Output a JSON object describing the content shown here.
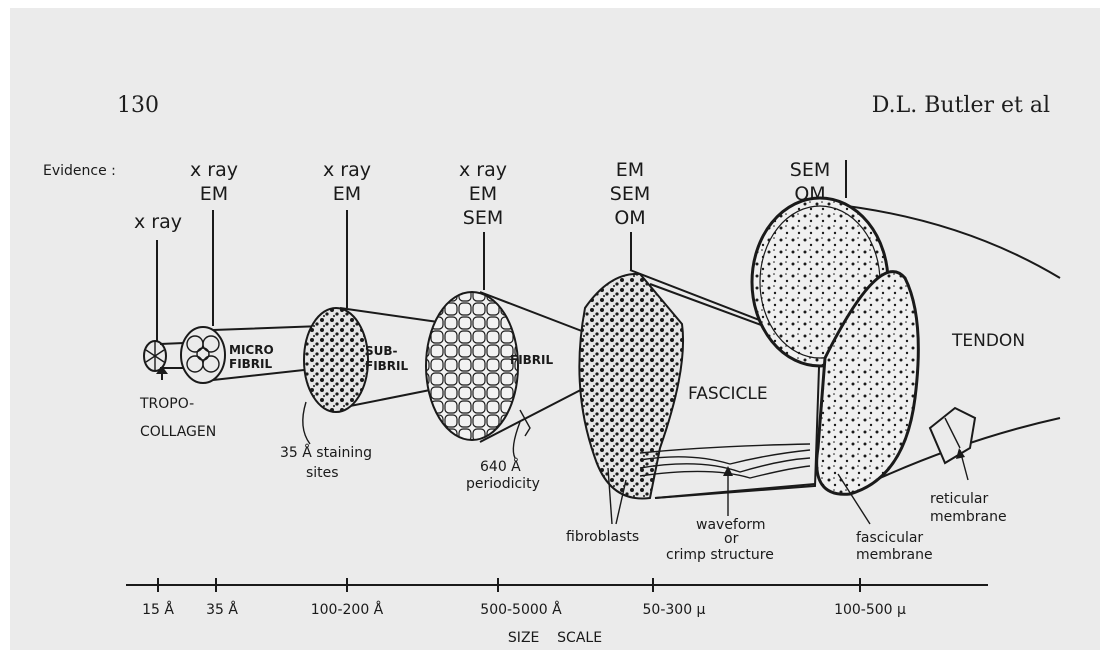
{
  "header": {
    "page_number": "130",
    "authors": "D.L. Butler et al"
  },
  "evidence_label": "Evidence :",
  "evidence": {
    "tropocollagen": [
      "x ray"
    ],
    "microfibril": [
      "x ray",
      "EM"
    ],
    "subfibril": [
      "x ray",
      "EM"
    ],
    "fibril": [
      "x ray",
      "EM",
      "SEM"
    ],
    "fascicle": [
      "EM",
      "SEM",
      "OM"
    ],
    "tendon": [
      "SEM",
      "OM"
    ]
  },
  "structures": {
    "microfibril": [
      "MICRO",
      "FIBRIL"
    ],
    "subfibril": [
      "SUB-",
      "FIBRIL"
    ],
    "fibril": "FIBRIL",
    "fascicle": "FASCICLE",
    "tendon": "TENDON"
  },
  "annotations": {
    "tropocollagen": [
      "TROPO-",
      "COLLAGEN"
    ],
    "staining": [
      "35 Å  staining",
      "sites"
    ],
    "periodicity": [
      "640 Å",
      "periodicity"
    ],
    "fibroblasts": "fibroblasts",
    "waveform": [
      "waveform",
      "or",
      "crimp  structure"
    ],
    "fascicular_membrane": [
      "fascicular",
      "membrane"
    ],
    "reticular_membrane": [
      "reticular",
      "membrane"
    ]
  },
  "scale": {
    "ticks": [
      "15 Å",
      "35 Å",
      "100-200 Å",
      "500-5000 Å",
      "50-300 μ",
      "100-500 μ"
    ],
    "title": "SIZE    SCALE"
  }
}
